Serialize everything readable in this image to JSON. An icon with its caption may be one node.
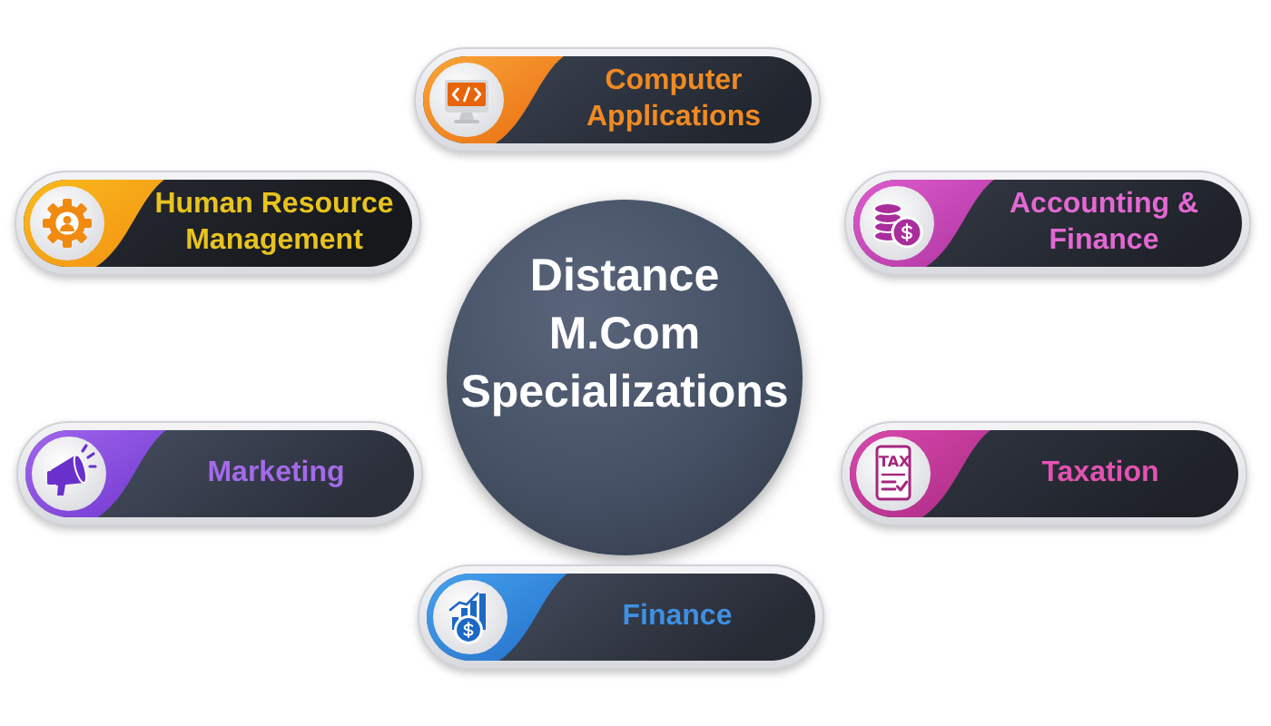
{
  "diagram": {
    "nodes": [
      {
        "text": [
          "Computer Applications"
        ]
      },
      {
        "text": [
          "Human Resource Management"
        ]
      },
      {
        "text": [
          "Accounting & Finance"
        ]
      },
      {
        "text": [
          "Distance M.Com Specializations"
        ]
      },
      {
        "text": [
          "Marketing"
        ]
      },
      {
        "text": [
          "Taxation"
        ]
      },
      {
        "text": [
          "Finance"
        ]
      }
    ],
    "labels": [
      "TAX"
    ]
  }
}
